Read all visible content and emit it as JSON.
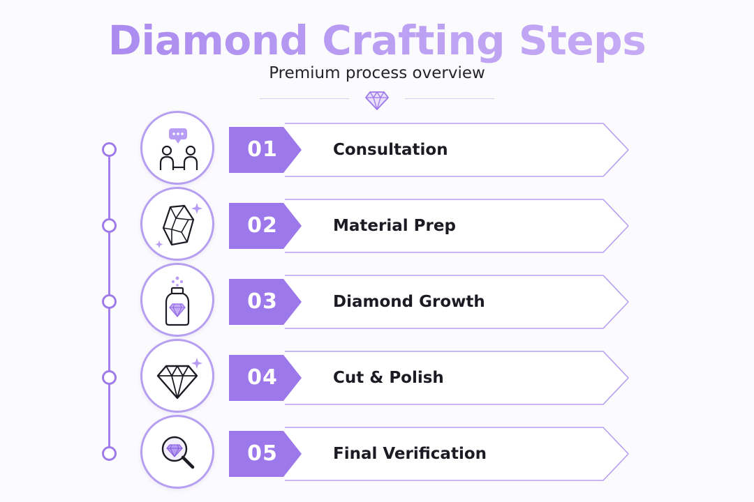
{
  "header": {
    "title": "Diamond Crafting Steps",
    "subtitle": "Premium process overview",
    "ornament_icon": "diamond-icon"
  },
  "colors": {
    "accent": "#9d78ea",
    "accent_light": "#b69ff0",
    "title_gradient_start": "#a583ef",
    "title_gradient_end": "#caaef6",
    "text_dark": "#1c1a22",
    "background": "#fbfafc"
  },
  "steps": [
    {
      "number": "01",
      "label": "Consultation",
      "icon": "consultation-icon"
    },
    {
      "number": "02",
      "label": "Material Prep",
      "icon": "raw-crystal-icon"
    },
    {
      "number": "03",
      "label": "Diamond Growth",
      "icon": "growth-jar-icon"
    },
    {
      "number": "04",
      "label": "Cut & Polish",
      "icon": "cut-diamond-icon"
    },
    {
      "number": "05",
      "label": "Final Verification",
      "icon": "magnifier-diamond-icon"
    }
  ]
}
